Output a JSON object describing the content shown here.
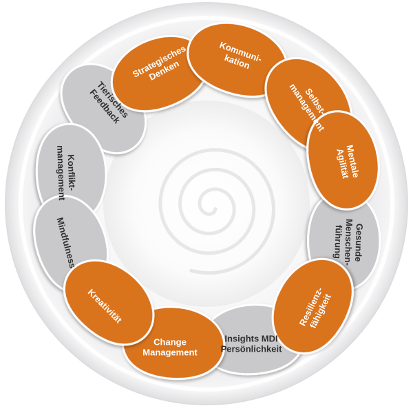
{
  "colors": {
    "orange": "#d9731f",
    "gray": "#c9c9cb",
    "segment_outline": "#ffffff",
    "label_on_orange": "#ffffff",
    "label_on_gray": "#2f2f2f",
    "ring_light": "#f4f4f5",
    "ring_shadow": "#dcdcde",
    "swirl": "#d6d6d8"
  },
  "segments": [
    {
      "id": "tierisches-feedback",
      "lines": [
        "Tierisches",
        "Feedback"
      ],
      "color": "gray"
    },
    {
      "id": "strategisches-denken",
      "lines": [
        "Strategisches",
        "Denken"
      ],
      "color": "orange"
    },
    {
      "id": "kommunikation",
      "lines": [
        "Kommuni-",
        "kation"
      ],
      "color": "orange"
    },
    {
      "id": "selbstmanagement",
      "lines": [
        "Selbst-",
        "management"
      ],
      "color": "orange"
    },
    {
      "id": "mentale-agilitaet",
      "lines": [
        "Mentale",
        "Agilität"
      ],
      "color": "orange"
    },
    {
      "id": "gesunde-menschenfuehrung",
      "lines": [
        "Gesunde",
        "Menschen-",
        "führung"
      ],
      "color": "gray"
    },
    {
      "id": "resilienzfaehigkeit",
      "lines": [
        "Resilienz-",
        "fähigkeit"
      ],
      "color": "orange"
    },
    {
      "id": "insights-mdi",
      "lines": [
        "Insights MDI",
        "Persönlichkeit"
      ],
      "color": "gray"
    },
    {
      "id": "change-management",
      "lines": [
        "Change",
        "Management"
      ],
      "color": "orange"
    },
    {
      "id": "kreativitaet",
      "lines": [
        "Kreativität"
      ],
      "color": "orange"
    },
    {
      "id": "mindfulness",
      "lines": [
        "Mindfulness"
      ],
      "color": "gray"
    },
    {
      "id": "konfliktmanagement",
      "lines": [
        "Konflikt-",
        "management"
      ],
      "color": "gray"
    }
  ]
}
